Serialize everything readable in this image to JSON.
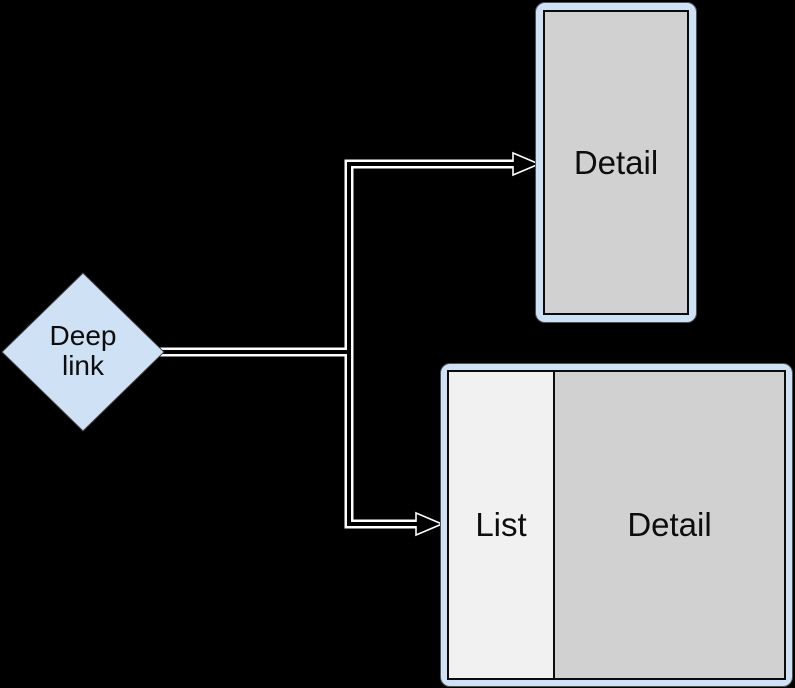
{
  "canvas": {
    "background": "#000000"
  },
  "colors": {
    "diamond_fill": "#cfe1f4",
    "device_frame_blue": "#cfe1f4",
    "screen_gray": "#d1d1d1",
    "list_pane_gray": "#f1f1f2",
    "connector_outline_white": "#ffffff",
    "connector_core_black": "#000000",
    "inner_border_black": "#0b0b0b",
    "text_black": "#0d0d0d"
  },
  "nodes": {
    "deep_link": {
      "shape": "diamond",
      "label": "Deep link"
    },
    "detail_screen": {
      "shape": "compact-screen",
      "label": "Detail"
    },
    "list_detail_screen": {
      "shape": "expanded-screen",
      "list_label": "List",
      "detail_label": "Detail"
    }
  },
  "edges": [
    {
      "from": "deep_link",
      "to": "detail_screen",
      "style": "outlined-arrow"
    },
    {
      "from": "deep_link",
      "to": "list_detail_screen",
      "style": "outlined-arrow"
    }
  ]
}
